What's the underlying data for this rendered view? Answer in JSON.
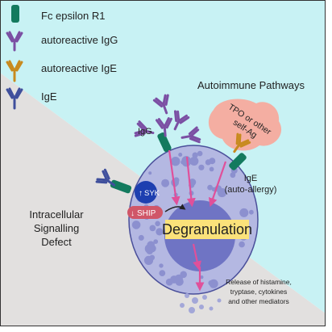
{
  "legend": {
    "items": [
      {
        "label": "Fc epsilon R1",
        "icon": "receptor-icon",
        "color": "#137a5e"
      },
      {
        "label": "autoreactive IgG",
        "icon": "antibody-icon",
        "color": "#7b4fa3"
      },
      {
        "label": "autoreactive IgE",
        "icon": "antibody-icon",
        "color": "#c88a1e"
      },
      {
        "label": "IgE",
        "icon": "antibody-icon",
        "color": "#3f4f9c"
      }
    ]
  },
  "regions": {
    "autoimmune": "Autoimmune Pathways",
    "intracellular": [
      "Intracellular",
      "Signalling",
      "Defect"
    ]
  },
  "labels": {
    "igg": "IgG",
    "self_antigen": [
      "TPO or other",
      "self-Ag"
    ],
    "ige_auto": [
      "IgE",
      "(auto-allergy)"
    ],
    "syk": "SYK",
    "syk_arrow": "↑",
    "ship": "SHIP",
    "ship_arrow": "↓",
    "degranulation": "Degranulation",
    "release": [
      "Release of histamine,",
      "tryptase, cytokines",
      "and other mediators"
    ]
  },
  "colors": {
    "autoimmune_bg": "#c8f2f4",
    "intracellular_bg": "#e2e0df",
    "cell": "#b4b8e2",
    "nucleus": "#6f74c4",
    "degranulation_box": "#fbe27a",
    "arrows": "#e0509a",
    "syk": "#1d3fb0",
    "ship": "#d05668",
    "antigen": "#f4aea2"
  }
}
